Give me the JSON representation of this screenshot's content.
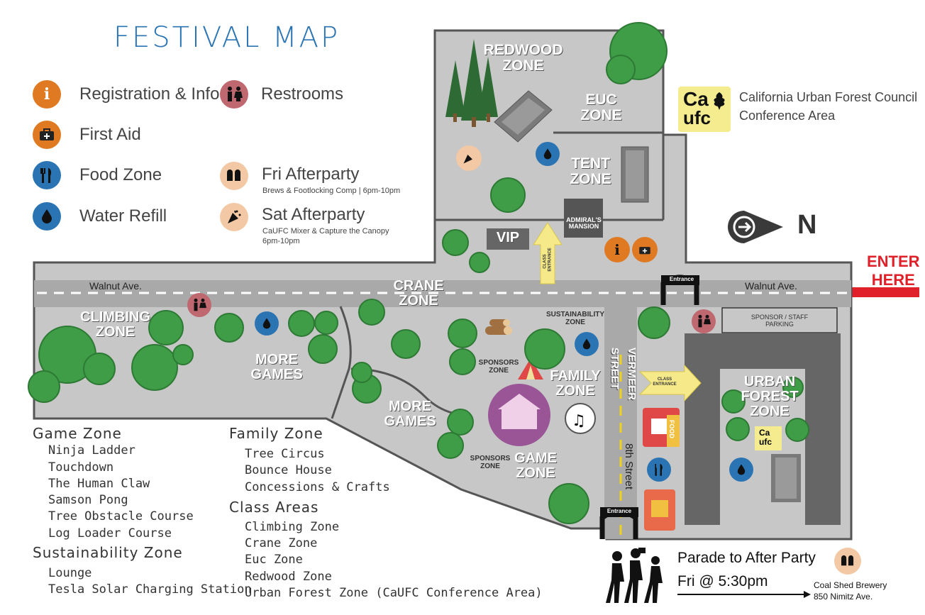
{
  "title": "FESTIVAL MAP",
  "legend": [
    {
      "label": "Registration & Info",
      "icon": "info-icon",
      "color": "#e07a22",
      "glyph": "i"
    },
    {
      "label": "First Aid",
      "icon": "first-aid-icon",
      "color": "#e07a22",
      "glyph": "✚"
    },
    {
      "label": "Food Zone",
      "icon": "food-icon",
      "color": "#2a74b3",
      "glyph": "🍴"
    },
    {
      "label": "Water Refill",
      "icon": "water-drop-icon",
      "color": "#2a74b3",
      "glyph": "💧"
    },
    {
      "label": "Restrooms",
      "icon": "restroom-icon",
      "color": "#c06870",
      "glyph": "🚻"
    },
    {
      "label": "Fri Afterparty",
      "sub": "Brews & Footlocking Comp | 6pm-10pm",
      "icon": "beer-icon",
      "color": "#f3c9a5"
    },
    {
      "label": "Sat Afterparty",
      "sub1": "CaUFC Mixer & Capture the Canopy",
      "sub2": "6pm-10pm",
      "icon": "party-icon",
      "color": "#f3c9a5"
    }
  ],
  "cufc": {
    "logo_top": "Ca",
    "logo_bottom": "ufc",
    "line1": "California Urban Forest Council",
    "line2": "Conference Area"
  },
  "north": "N",
  "enter": {
    "line1": "ENTER",
    "line2": "HERE"
  },
  "zones": {
    "redwood": "REDWOOD ZONE",
    "euc": "EUC ZONE",
    "tent": "TENT ZONE",
    "crane": "CRANE ZONE",
    "climbing": "CLIMBING ZONE",
    "more_games_1": "MORE GAMES",
    "more_games_2": "MORE GAMES",
    "family": "FAMILY ZONE",
    "game": "GAME ZONE",
    "urban_forest": "URBAN FOREST ZONE",
    "vip": "VIP",
    "admirals": "ADMIRAL'S MANSION",
    "sustainability": "SUSTAINABILITY ZONE",
    "sponsors_1": "SPONSORS ZONE",
    "sponsors_2": "SPONSORS ZONE",
    "sponsor_parking": "SPONSOR / STAFF PARKING",
    "class_entrance_1": "CLASS ENTRANCE",
    "class_entrance_2": "CLASS ENTRANCE",
    "entrance_1": "Entrance",
    "entrance_2": "Entrance",
    "food_truck": "FOOD"
  },
  "streets": {
    "walnut_left": "Walnut Ave.",
    "walnut_right": "Walnut Ave.",
    "vermeer": "VERMEER STREET",
    "eighth": "8th Street"
  },
  "lists": {
    "game_zone": {
      "head": "Game Zone",
      "items": [
        "Ninja Ladder",
        "Touchdown",
        "The Human Claw",
        "Samson Pong",
        "Tree Obstacle Course",
        "Log Loader Course"
      ]
    },
    "sustainability_zone": {
      "head": "Sustainability Zone",
      "items": [
        "Lounge",
        "Tesla Solar Charging Station"
      ]
    },
    "family_zone": {
      "head": "Family Zone",
      "items": [
        "Tree Circus",
        "Bounce House",
        "Concessions & Crafts"
      ]
    },
    "class_areas": {
      "head": "Class Areas",
      "items": [
        "Climbing Zone",
        "Crane Zone",
        "Euc Zone",
        "Redwood Zone",
        "Urban Forest Zone (CaUFC Conference Area)"
      ]
    }
  },
  "parade": {
    "line1": "Parade to  After Party",
    "line2": "Fri @ 5:30pm",
    "dest1": "Coal Shed Brewery",
    "dest2": "850 Nimitz Ave."
  }
}
